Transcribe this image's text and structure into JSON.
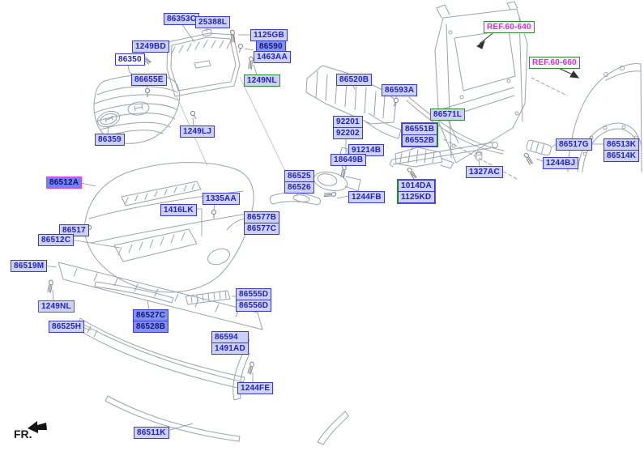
{
  "diagram": {
    "kind": "exploded-parts-diagram",
    "corner_direction_label": "FR.",
    "highlighted_parts": [
      "86512A",
      "86590",
      "86527C",
      "86528B"
    ],
    "green_boxed_parts": [
      "1249NL",
      "86571L",
      "86551B",
      "86552B",
      "1014DA",
      "1125KD"
    ],
    "reference_labels": [
      "REF.60-640",
      "REF.60-660"
    ],
    "colors": {
      "label_text": "#2222bb",
      "label_background": "#ccd2f7",
      "label_border": "#3a3ad0",
      "group_border": "#2e8b2e",
      "reference_text": "#c83cc8",
      "highlight_background": "#8091f0",
      "highlight_selected_border": "#e040e0",
      "line_art": "#9aa2ac"
    }
  },
  "labels": {
    "86353C": "86353C",
    "25388L": "25388L",
    "1249BD": "1249BD",
    "86350": "86350",
    "86655E": "86655E",
    "86359": "86359",
    "1249LJ": "1249LJ",
    "1125GB": "1125GB",
    "86590": "86590",
    "1463AA": "1463AA",
    "1249NL": "1249NL",
    "86520B": "86520B",
    "86593A": "86593A",
    "86571L": "86571L",
    "92201": "92201",
    "92202": "92202",
    "91214B": "91214B",
    "18649B": "18649B",
    "86551B": "86551B",
    "86552B": "86552B",
    "86525": "86525",
    "86526": "86526",
    "1244FB": "1244FB",
    "REF60640": "REF.60-640",
    "REF60660": "REF.60-660",
    "86517G": "86517G",
    "86513K": "86513K",
    "86514K": "86514K",
    "1244BJ": "1244BJ",
    "1327AC": "1327AC",
    "1014DA": "1014DA",
    "1125KD": "1125KD",
    "86512A": "86512A",
    "1416LK": "1416LK",
    "1335AA": "1335AA",
    "86577B": "86577B",
    "86577C": "86577C",
    "86517": "86517",
    "86512C": "86512C",
    "86519M": "86519M",
    "86525H": "86525H",
    "86555D": "86555D",
    "86556D": "86556D",
    "86527C": "86527C",
    "86528B": "86528B",
    "86594": "86594",
    "1491AD": "1491AD",
    "1244FE": "1244FE",
    "86511K": "86511K",
    "FR": "FR."
  }
}
